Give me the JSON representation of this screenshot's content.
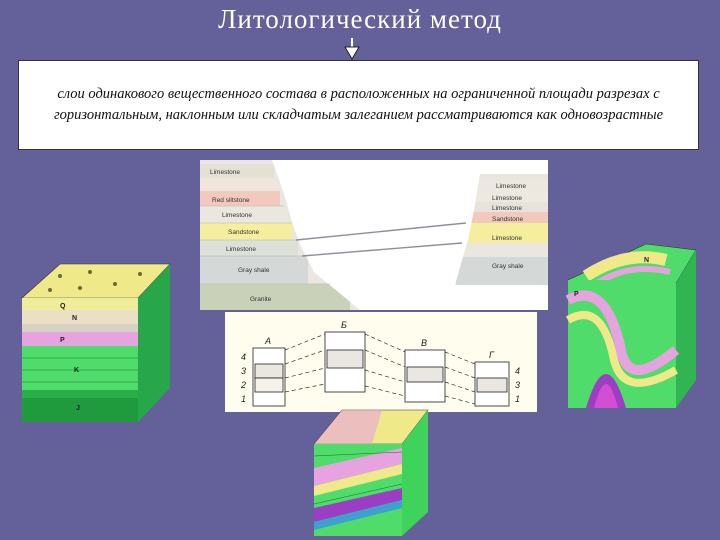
{
  "slide": {
    "title": "Литологический метод",
    "definition": "слои одинакового вещественного состава в расположенных на ограниченной площади разрезах с горизонтальным, наклонным или складчатым залеганием рассматриваются как одновозрастные"
  },
  "cliff_section": {
    "left_layers": [
      "Limestone",
      "Red siltstone",
      "Limestone",
      "Sandstone",
      "Limestone",
      "Gray shale",
      "Granite"
    ],
    "right_layers": [
      "Limestone",
      "Limestone",
      "Limestone",
      "Sandstone",
      "Limestone",
      "Gray shale"
    ]
  },
  "column_correlation": {
    "column_labels": [
      "A",
      "Б",
      "В",
      "Г"
    ],
    "layer_numbers": [
      "4",
      "3",
      "2",
      "1"
    ]
  },
  "block_diagram_labels": [
    "Q",
    "N",
    "P",
    "K",
    "J"
  ],
  "colors": {
    "background": "#63609a",
    "yellow_layer": "#efe98a",
    "pink_layer": "#e7a3e0",
    "green_layer": "#3fd35c",
    "purple_layer": "#9c3ec4"
  }
}
